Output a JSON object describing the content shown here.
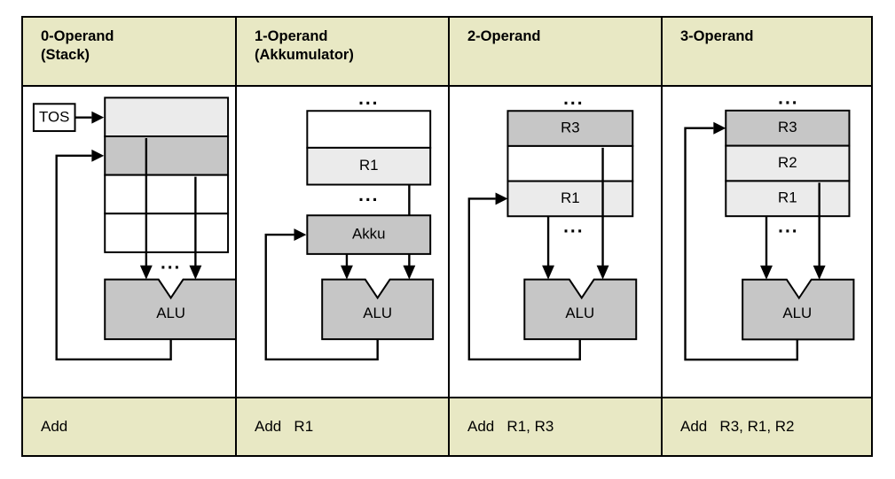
{
  "figure": {
    "title": "Operand count instruction formats",
    "bg_color": "#ffffff",
    "header_bg": "#e8e8c4",
    "footer_bg": "#e8e8c4",
    "border_color": "#000000",
    "fill_dark": "#c6c6c6",
    "fill_light": "#ebebeb",
    "fill_empty": "#ffffff"
  },
  "columns": [
    {
      "id": "col-0-operand",
      "header": "0-Operand\n(Stack)",
      "header_line1": "0-Operand",
      "header_line2": "(Stack)",
      "instruction": "Add",
      "pointer_label": "TOS",
      "alu_label": "ALU",
      "ellipsis": "...",
      "storage_kind": "stack",
      "cells": [
        {
          "label": "",
          "fill": "#ebebeb"
        },
        {
          "label": "",
          "fill": "#c6c6c6"
        },
        {
          "label": "",
          "fill": "#ffffff"
        },
        {
          "label": "",
          "fill": "#ffffff"
        }
      ]
    },
    {
      "id": "col-1-operand",
      "header": "1-Operand\n(Akkumulator)",
      "header_line1": "1-Operand",
      "header_line2": "(Akkumulator)",
      "instruction": "Add   R1",
      "alu_label": "ALU",
      "accumulator_label": "Akku",
      "ellipsis": "...",
      "storage_kind": "register-file",
      "cells": [
        {
          "label": "",
          "fill": "#ffffff"
        },
        {
          "label": "R1",
          "fill": "#ebebeb"
        }
      ]
    },
    {
      "id": "col-2-operand",
      "header": "2-Operand",
      "header_line1": "2-Operand",
      "header_line2": "",
      "instruction": "Add   R1, R3",
      "alu_label": "ALU",
      "ellipsis": "...",
      "storage_kind": "register-file",
      "cells": [
        {
          "label": "R3",
          "fill": "#c6c6c6"
        },
        {
          "label": "",
          "fill": "#ffffff"
        },
        {
          "label": "R1",
          "fill": "#ebebeb"
        }
      ]
    },
    {
      "id": "col-3-operand",
      "header": "3-Operand",
      "header_line1": "3-Operand",
      "header_line2": "",
      "instruction": "Add   R3, R1, R2",
      "alu_label": "ALU",
      "ellipsis": "...",
      "storage_kind": "register-file",
      "cells": [
        {
          "label": "R3",
          "fill": "#c6c6c6"
        },
        {
          "label": "R2",
          "fill": "#ebebeb"
        },
        {
          "label": "R1",
          "fill": "#ebebeb"
        }
      ]
    }
  ]
}
